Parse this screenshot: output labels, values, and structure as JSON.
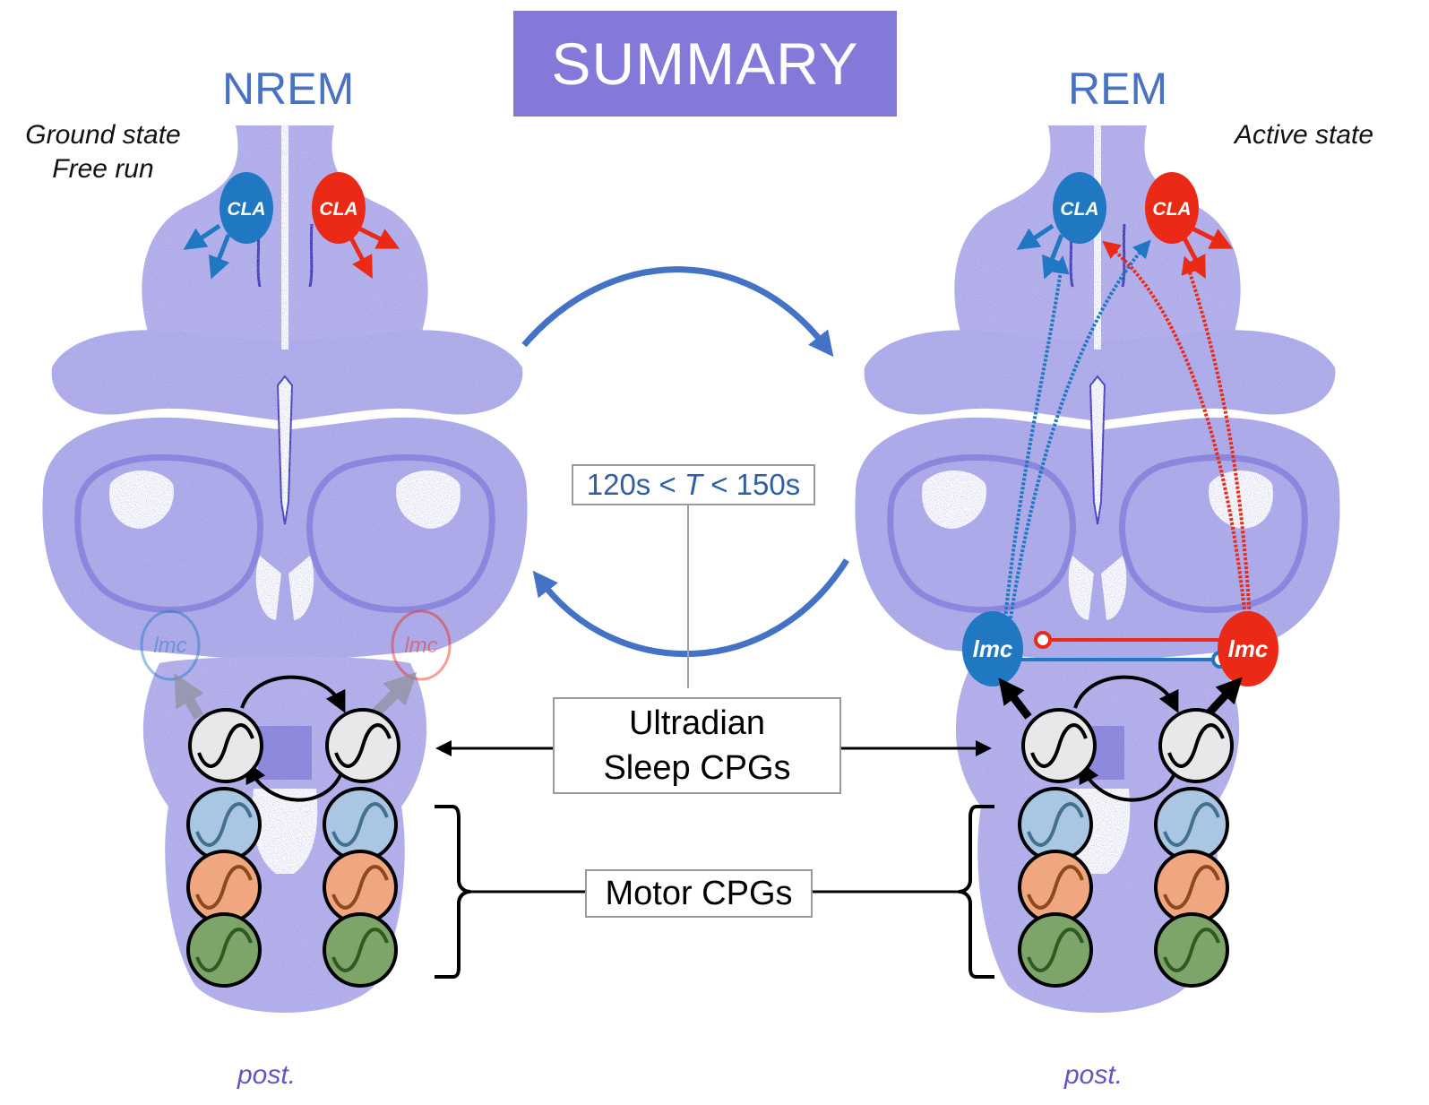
{
  "title": "SUMMARY",
  "colors": {
    "title_bg": "#8279d8",
    "state_title": "#4a72c2",
    "blue_node": "#1f78c1",
    "red_node": "#ea2a16",
    "tissue": "#8c88dd",
    "sleep_cpg": "#e8e8ea",
    "motor_cpg_1": "#a9c7e3",
    "motor_cpg_2": "#f0a77f",
    "motor_cpg_3": "#7da56a",
    "cycle_arrow": "#4472c4"
  },
  "left_panel": {
    "state": "NREM",
    "description_line1": "Ground state",
    "description_line2": "Free run",
    "cla_left_label": "CLA",
    "cla_right_label": "CLA",
    "lmc_left_label": "lmc",
    "lmc_right_label": "lmc",
    "orientation_label": "post."
  },
  "right_panel": {
    "state": "REM",
    "description_line1": "Active state",
    "cla_left_label": "CLA",
    "cla_right_label": "CLA",
    "lmc_left_label": "lmc",
    "lmc_right_label": "lmc",
    "orientation_label": "post."
  },
  "center": {
    "period_prefix": "120s < ",
    "period_var": "T",
    "period_suffix": " < 150s",
    "sleep_cpg_line1": "Ultradian",
    "sleep_cpg_line2": "Sleep CPGs",
    "motor_cpg_label": "Motor CPGs"
  },
  "icons": {
    "oscillator": "sine-wave-in-circle",
    "cycle": "curved-arrow"
  }
}
